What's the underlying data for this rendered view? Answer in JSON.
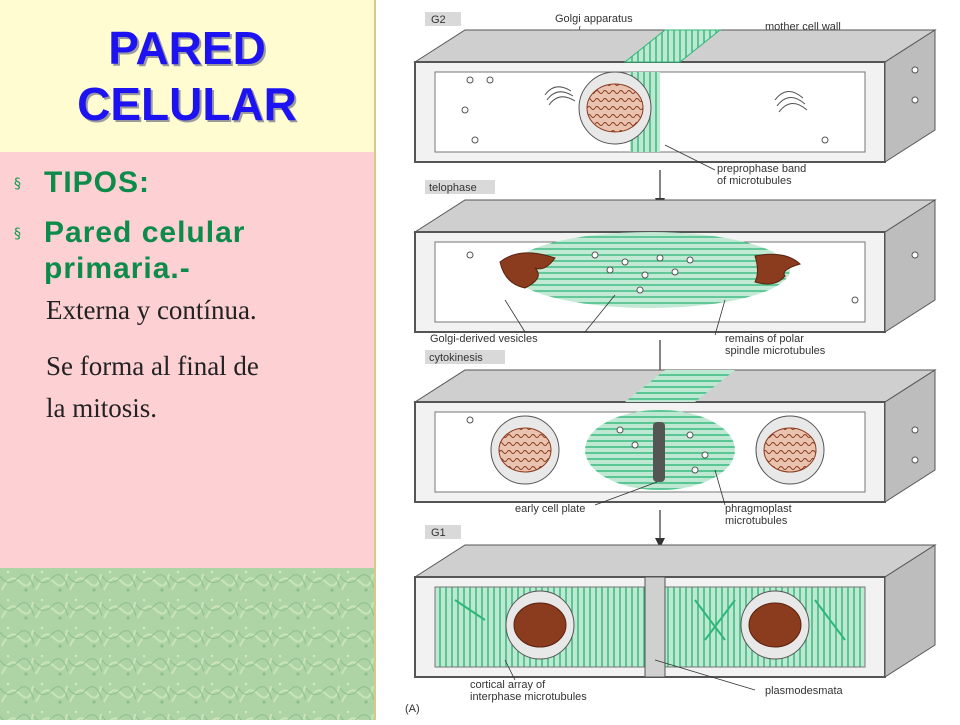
{
  "title": {
    "line1": "PARED",
    "line2": "CELULAR"
  },
  "content": {
    "bullet_symbol": "§",
    "item1": "TIPOS:",
    "item2_line1": "Pared celular",
    "item2_line2": "primaria.-",
    "desc_line1": "Externa y contínua.",
    "desc_line2": "Se forma al final de",
    "desc_line3": "la mitosis."
  },
  "diagram": {
    "stages": [
      "G2",
      "telophase",
      "cytokinesis",
      "G1"
    ],
    "labels": {
      "golgi_apparatus": "Golgi apparatus",
      "mother_cell_wall": "mother cell wall",
      "preprophase_line1": "preprophase band",
      "preprophase_line2": "of microtubules",
      "golgi_vesicles": "Golgi-derived vesicles",
      "remains_line1": "remains of polar",
      "remains_line2": "spindle microtubules",
      "early_cell_plate": "early cell plate",
      "phragmo_line1": "phragmoplast",
      "phragmo_line2": "microtubules",
      "cortical_line1": "cortical array of",
      "cortical_line2": "interphase microtubules",
      "plasmodesmata": "plasmodesmata",
      "panel_tag": "(A)"
    }
  },
  "colors": {
    "title_blue": "#1d13f2",
    "green_text": "#0d8b4a",
    "title_bg": "#fefcd0",
    "pink_bg": "#fdd0d4",
    "microtubule_green": "#2fb77a",
    "nucleus_brown": "#8b3b1e"
  }
}
